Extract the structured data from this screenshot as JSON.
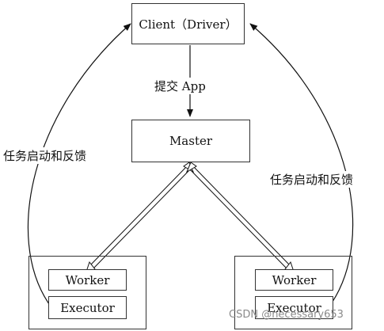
{
  "diagram": {
    "client": "Client（Driver）",
    "submit_label": "提交 App",
    "master": "Master",
    "feedback_left": "任务启动和反馈",
    "feedback_right": "任务启动和反馈",
    "left_node": {
      "worker": "Worker",
      "executor": "Executor"
    },
    "right_node": {
      "worker": "Worker",
      "executor": "Executor"
    }
  },
  "watermark": "CSDN @necessary653"
}
